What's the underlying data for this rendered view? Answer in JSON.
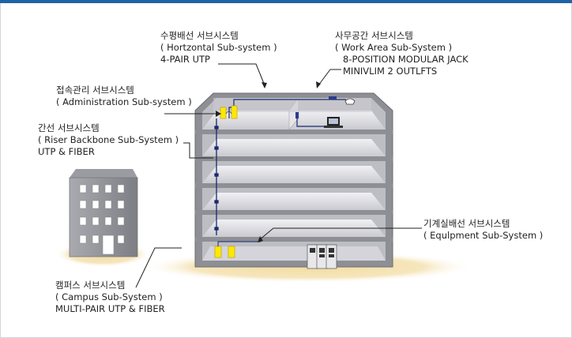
{
  "colors": {
    "accent": "#1e63a8",
    "building_frame": "#8f8f8f",
    "floor": "#d9d9de",
    "panel": "#ffe800",
    "cable": "#1a2a6c"
  },
  "labels": {
    "horizontal": {
      "line1": "수평배선 서브시스템",
      "line2": "( Hortzontal Sub-system )",
      "line3": "4-PAIR UTP"
    },
    "work_area": {
      "line1": "사무공간 서브시스템",
      "line2": "( Work Area Sub-System )",
      "line3": "8-POSITION MODULAR JACK",
      "line4": "MINIVLIM 2 OUTLFTS"
    },
    "administration": {
      "line1": "접속관리 서브시스템",
      "line2": "( Administration Sub-system )"
    },
    "backbone": {
      "line1": "간선 서브시스템",
      "line2": "( Riser Backbone Sub-System )",
      "line3": "UTP & FIBER"
    },
    "equipment": {
      "line1": "기계실배선 서브시스템",
      "line2": "( Equlpment Sub-System )"
    },
    "campus": {
      "line1": "캠퍼스 서브시스템",
      "line2": "( Campus Sub-System )",
      "line3": "MULTI-PAIR UTP & FIBER"
    }
  }
}
